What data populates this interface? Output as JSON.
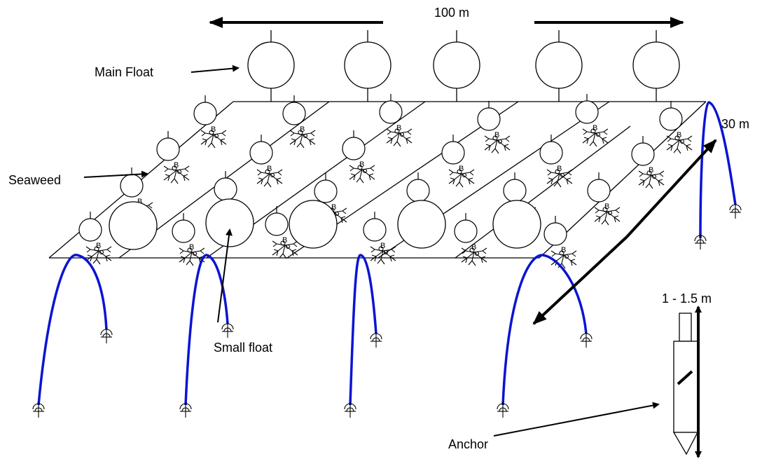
{
  "labels": {
    "length": "100 m",
    "width": "30 m",
    "main_float": "Main Float",
    "seaweed": "Seaweed",
    "small_float": "Small float",
    "anchor": "Anchor",
    "anchor_length": "1 - 1.5 m"
  },
  "seaweed_mark": "B",
  "colors": {
    "line": "#000000",
    "mooring_rope": "#0a14d2",
    "background": "#ffffff"
  }
}
